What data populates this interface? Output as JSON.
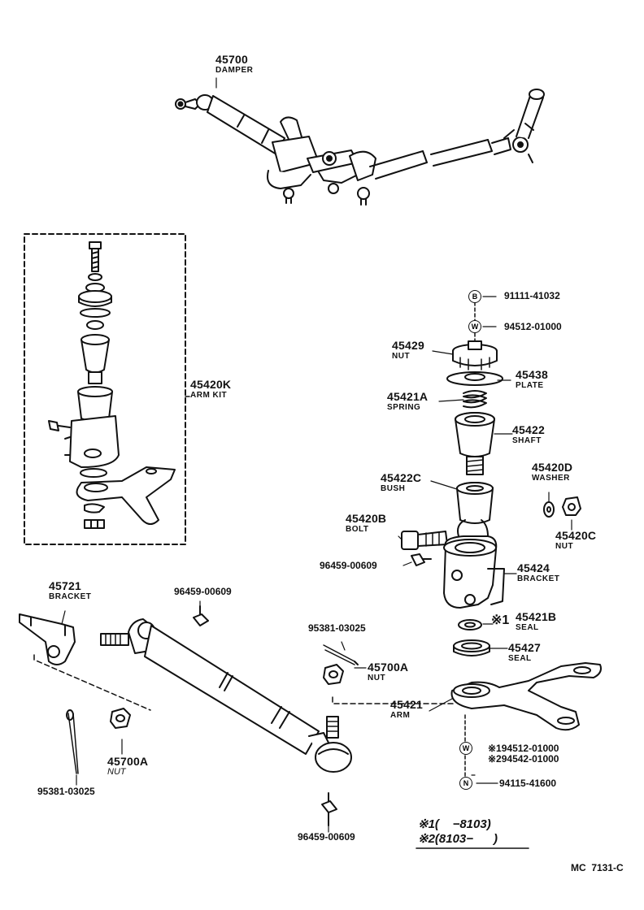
{
  "parts": {
    "p45700": {
      "number": "45700",
      "name": "DAMPER"
    },
    "p45420K": {
      "number": "45420K",
      "name": "ARM KIT"
    },
    "p91111": {
      "number": "91111-41032",
      "marker": "B"
    },
    "p94512": {
      "number": "94512-01000",
      "marker": "W"
    },
    "p45429": {
      "number": "45429",
      "name": "NUT"
    },
    "p45438": {
      "number": "45438",
      "name": "PLATE"
    },
    "p45421A": {
      "number": "45421A",
      "name": "SPRING"
    },
    "p45422": {
      "number": "45422",
      "name": "SHAFT"
    },
    "p45422C": {
      "number": "45422C",
      "name": "BUSH"
    },
    "p45420D": {
      "number": "45420D",
      "name": "WASHER"
    },
    "p45420B": {
      "number": "45420B",
      "name": "BOLT"
    },
    "p45420C": {
      "number": "45420C",
      "name": "NUT"
    },
    "p96459_mid": {
      "number": "96459-00609"
    },
    "p45424": {
      "number": "45424",
      "name": "BRACKET"
    },
    "p45421B": {
      "number": "45421B",
      "name": "SEAL",
      "ref": "※1"
    },
    "p45427": {
      "number": "45427",
      "name": "SEAL"
    },
    "p45721": {
      "number": "45721",
      "name": "BRACKET"
    },
    "p96459_top": {
      "number": "96459-00609"
    },
    "p95381_mid": {
      "number": "95381-03025"
    },
    "p45700A_mid": {
      "number": "45700A",
      "name": "NUT"
    },
    "p45421": {
      "number": "45421",
      "name": "ARM"
    },
    "p45700A_left": {
      "number": "45700A",
      "name": "NUT"
    },
    "p95381_left": {
      "number": "95381-03025"
    },
    "p94512_ref": {
      "marker": "W",
      "line1": "※194512-01000",
      "line2": "※294542-01000"
    },
    "p94115": {
      "number": "94115-41600",
      "marker": "N"
    },
    "p96459_bot": {
      "number": "96459-00609"
    }
  },
  "legend": {
    "line1": "※1(    −8103)",
    "line2": "※2(8103−      )"
  },
  "code": "MC  7131-C"
}
